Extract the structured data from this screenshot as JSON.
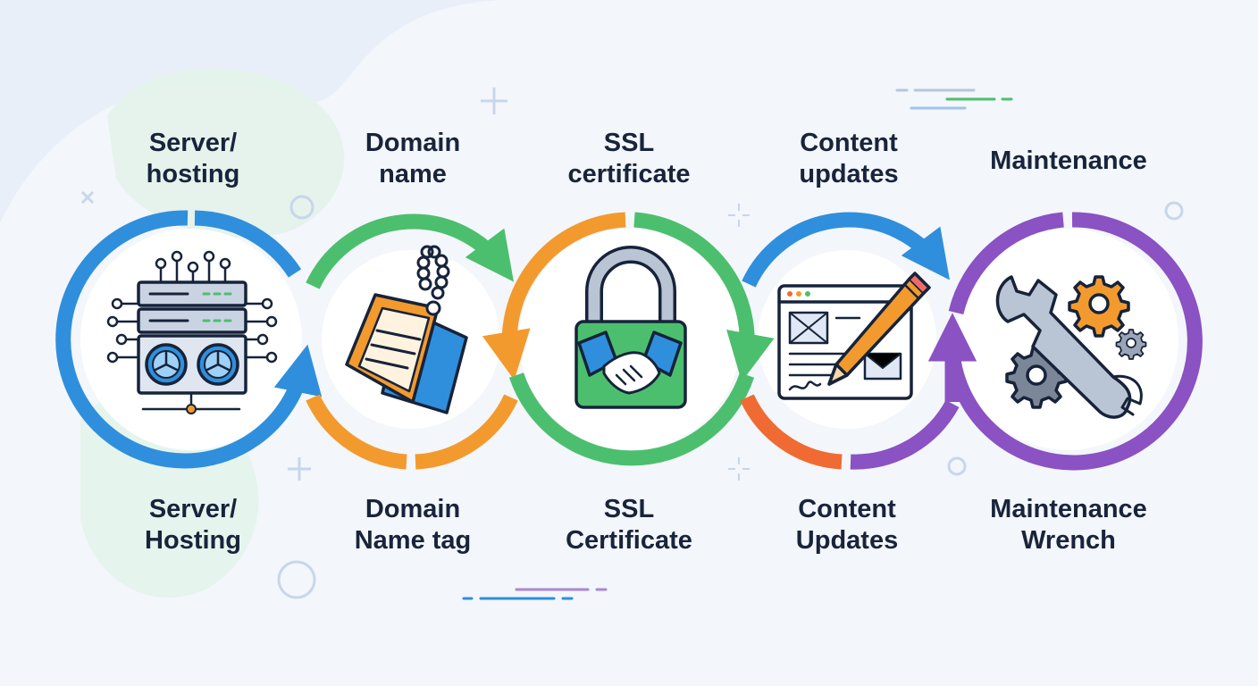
{
  "colors": {
    "blue": "#2f8fdc",
    "green": "#4cbf6e",
    "orange": "#f39a2e",
    "purple": "#8a52c2",
    "red_orange": "#ef6b33",
    "dark": "#16233a",
    "background": "#f3f6fa"
  },
  "steps": [
    {
      "title_lines": [
        "Server/",
        "hosting"
      ],
      "caption_lines": [
        "Server/",
        "Hosting"
      ],
      "icon": "server-rack-icon",
      "ring_colors": [
        "blue",
        "orange"
      ]
    },
    {
      "title_lines": [
        "Domain",
        "name"
      ],
      "caption_lines": [
        "Domain",
        "Name tag"
      ],
      "icon": "domain-tag-icon",
      "ring_colors": [
        "green",
        "orange"
      ]
    },
    {
      "title_lines": [
        "SSL",
        "certificate"
      ],
      "caption_lines": [
        "SSL",
        "Certificate"
      ],
      "icon": "padlock-handshake-icon",
      "ring_colors": [
        "orange",
        "green"
      ]
    },
    {
      "title_lines": [
        "Content",
        "updates"
      ],
      "caption_lines": [
        "Content",
        "Updates"
      ],
      "icon": "content-edit-icon",
      "ring_colors": [
        "blue",
        "red_orange"
      ]
    },
    {
      "title_lines": [
        "Maintenance"
      ],
      "caption_lines": [
        "Maintenance",
        "Wrench"
      ],
      "icon": "wrench-gears-icon",
      "ring_colors": [
        "purple",
        "purple"
      ]
    }
  ]
}
